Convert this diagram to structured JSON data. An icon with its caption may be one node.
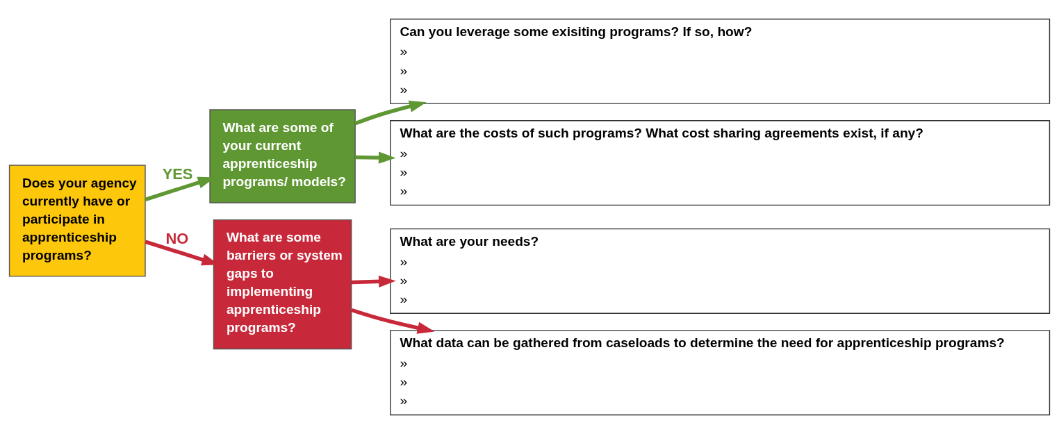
{
  "diagram": {
    "nodes": [
      {
        "text": [
          "Does your agency currently have or participate in apprenticeship programs?"
        ]
      },
      {
        "text": [
          "What are some of your current apprenticeship programs/ models?"
        ]
      },
      {
        "text": [
          "What are some barriers or system gaps to implementing apprenticeship programs?"
        ]
      },
      {
        "text": [
          "Can you leverage some exisiting programs? If so, how?",
          "»",
          "»",
          "»"
        ]
      },
      {
        "text": [
          "What are the costs of such programs? What cost sharing agreements exist, if any?",
          "»",
          "»",
          "»"
        ]
      },
      {
        "text": [
          "What are your needs?",
          "»",
          "»",
          "»"
        ]
      },
      {
        "text": [
          "What data can be gathered from caseloads to determine the need for apprenticeship programs?",
          "»",
          "»",
          "»"
        ]
      }
    ],
    "edges": [
      {
        "from": 0,
        "to": 1,
        "arrow": "to",
        "label": "YES",
        "color": "#5f9732"
      },
      {
        "from": 0,
        "to": 2,
        "arrow": "to",
        "label": "NO",
        "color": "#c8293a"
      },
      {
        "from": 1,
        "to": 3,
        "arrow": "to",
        "color": "#5f9732"
      },
      {
        "from": 1,
        "to": 4,
        "arrow": "to",
        "color": "#5f9732"
      },
      {
        "from": 2,
        "to": 5,
        "arrow": "to",
        "color": "#c8293a"
      },
      {
        "from": 2,
        "to": 6,
        "arrow": "to",
        "color": "#c8293a"
      }
    ]
  }
}
